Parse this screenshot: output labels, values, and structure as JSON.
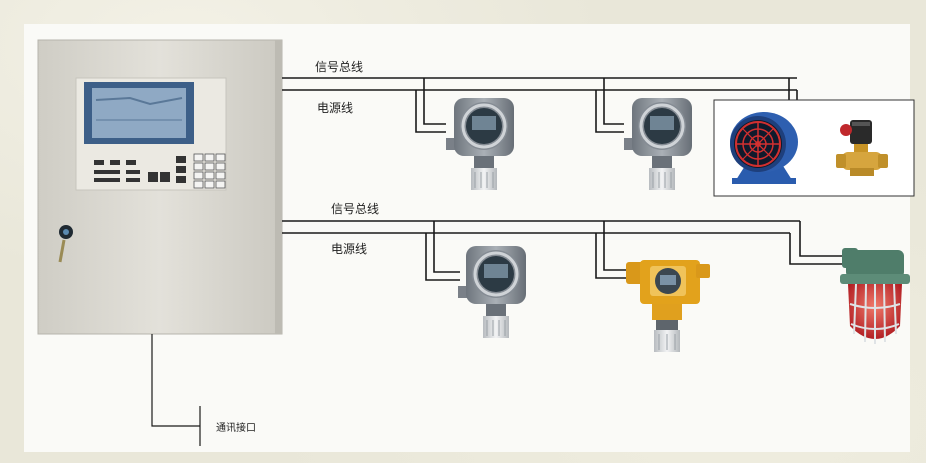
{
  "labels": {
    "signal_bus_top": "信号总线",
    "power_line_top": "电源线",
    "signal_bus_bottom": "信号总线",
    "power_line_bottom": "电源线",
    "comm_interface": "通讯接口"
  },
  "icons": {
    "controller": "gas-alarm-controller-cabinet-icon",
    "detector": "gas-detector-icon",
    "fan": "exhaust-fan-icon",
    "valve": "solenoid-valve-icon",
    "alarm_light": "explosion-proof-alarm-light-icon"
  },
  "colors": {
    "wire": "#1a1a1a",
    "cabinet": "#dcdad3",
    "screen": "#4a6a92",
    "detector_body": "#7f8790",
    "detector_yellow": "#e2a21c",
    "fan_blue": "#2a5cae",
    "valve_brass": "#d2a33c",
    "light_green": "#4f7d6a",
    "light_red": "#c2262b"
  }
}
